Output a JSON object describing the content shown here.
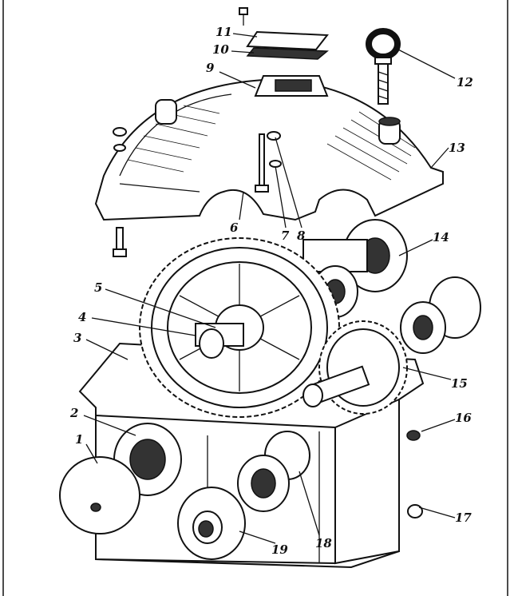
{
  "title": "Gear reducer exploded view",
  "labels": {
    "l1": "1",
    "l2": "2",
    "l3": "3",
    "l4": "4",
    "l5": "5",
    "l6": "6",
    "l7": "7",
    "l8": "8",
    "l9": "9",
    "l10": "10",
    "l11": "11",
    "l12": "12",
    "l13": "13",
    "l14": "14",
    "l15": "15",
    "l16": "16",
    "l17": "17",
    "l18": "18",
    "l19": "19"
  }
}
